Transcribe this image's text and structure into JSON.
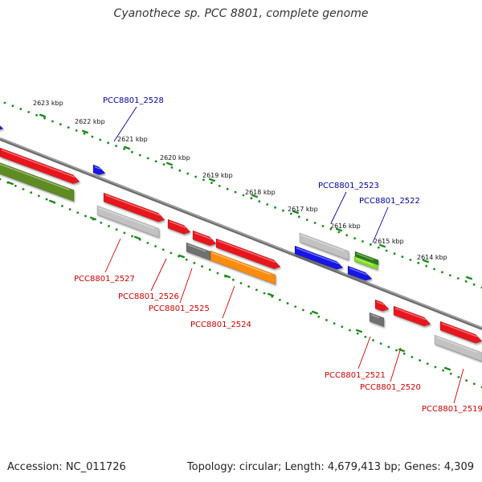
{
  "title": "Cyanothece sp. PCC 8801, complete genome",
  "footer": {
    "accession": "Accession: NC_011726",
    "summary": "Topology: circular; Length: 4,679,413 bp; Genes: 4,309"
  },
  "colors": {
    "red": "#e8141a",
    "light_gray": "#c2c2c2",
    "dark_gray": "#707070",
    "blue": "#1414e6",
    "olive": "#5f8c22",
    "orange": "#ff8c0a",
    "dark_green": "#2a7a12",
    "light_green": "#7fe020",
    "tick_green": "#1f8a1f",
    "label_red": "#cc0000",
    "label_blue": "#000099"
  },
  "kbp_labels": [
    "2623 kbp",
    "2622 kbp",
    "2621 kbp",
    "2620 kbp",
    "2619 kbp",
    "2618 kbp",
    "2617 kbp",
    "2616 kbp",
    "2615 kbp",
    "2614 kbp"
  ],
  "genes_above": [
    "PCC8801_2528",
    "PCC8801_2523",
    "PCC8801_2522"
  ],
  "genes_below": [
    "PCC8801_2527",
    "PCC8801_2526",
    "PCC8801_2525",
    "PCC8801_2524",
    "PCC8801_2521",
    "PCC8801_2520",
    "PCC8801_2519"
  ]
}
